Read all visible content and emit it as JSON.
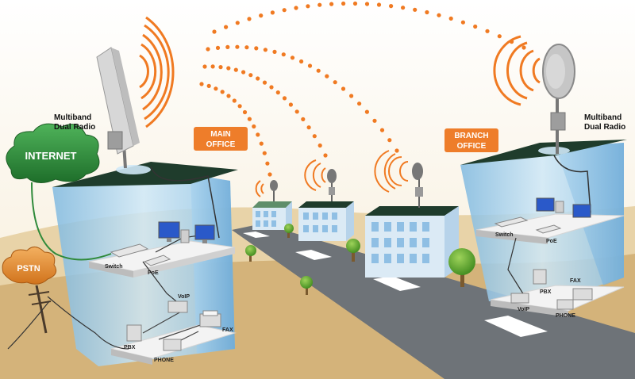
{
  "labels": {
    "internet": "INTERNET",
    "pstn": "PSTN",
    "main_office": [
      "MAIN",
      "OFFICE"
    ],
    "branch_office": [
      "BRANCH",
      "OFFICE"
    ],
    "multiband_left": [
      "Multiband",
      "Dual Radio"
    ],
    "multiband_right": [
      "Multiband",
      "Dual Radio"
    ],
    "main_switch": "Switch",
    "main_poe": "PoE",
    "main_voip": "VoIP",
    "main_fax": "FAX",
    "main_pbx": "PBX",
    "main_phone": "PHONE",
    "branch_switch": "Switch",
    "branch_poe": "PoE",
    "branch_fax": "FAX",
    "branch_pbx": "PBX",
    "branch_voip": "VoIP",
    "branch_phone": "PHONE"
  },
  "colors": {
    "sky_top": "#ffffff",
    "sky_bottom": "#f6ecd6",
    "ground": "#c9a56a",
    "road": "#6e7378",
    "signal_orange": "#f07a22",
    "label_orange": "#ee7d2a",
    "cloud_green": "#2f8a3a",
    "pstn_orange": "#e88a2c",
    "glass_blue": "#bfe0f4",
    "roof_green": "#1f3c2c",
    "tree_green": "#5aa02c"
  },
  "icons": [
    "sector-antenna-icon",
    "dish-antenna-icon",
    "computer-icon",
    "switch-icon",
    "poe-icon",
    "voip-icon",
    "fax-icon",
    "pbx-icon",
    "phone-icon",
    "utility-pole-icon",
    "tree-icon"
  ]
}
